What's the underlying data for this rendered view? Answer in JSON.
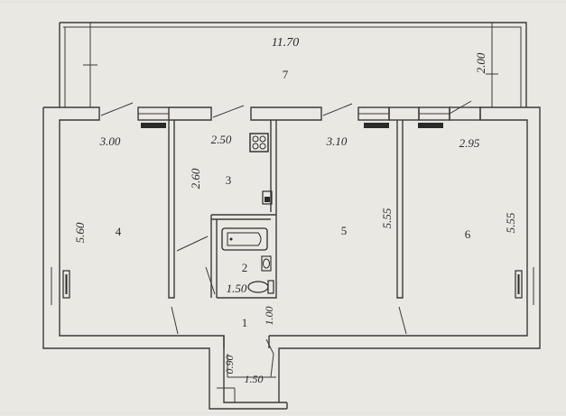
{
  "dimensions": {
    "balcony_length": "11.70",
    "balcony_depth": "2.00",
    "room4_width": "3.00",
    "room4_length": "5.60",
    "kitchen_width": "2.50",
    "kitchen_length": "2.60",
    "room5_width": "3.10",
    "room5_length": "5.55",
    "room6_width": "2.95",
    "room6_length": "5.55",
    "bathroom_width": "1.50",
    "hall_width": "1.00",
    "entry_depth": "0.90",
    "entry_width": "1.50"
  },
  "rooms": {
    "room1": "1",
    "room2": "2",
    "room3": "3",
    "room4": "4",
    "room5": "5",
    "room6": "6",
    "room7": "7"
  },
  "icons": {
    "stove": "stove-icon",
    "sink": "sink-icon",
    "bathtub": "bathtub-icon",
    "washbasin": "washbasin-icon",
    "toilet": "toilet-icon",
    "radiator": "radiator-icon"
  }
}
